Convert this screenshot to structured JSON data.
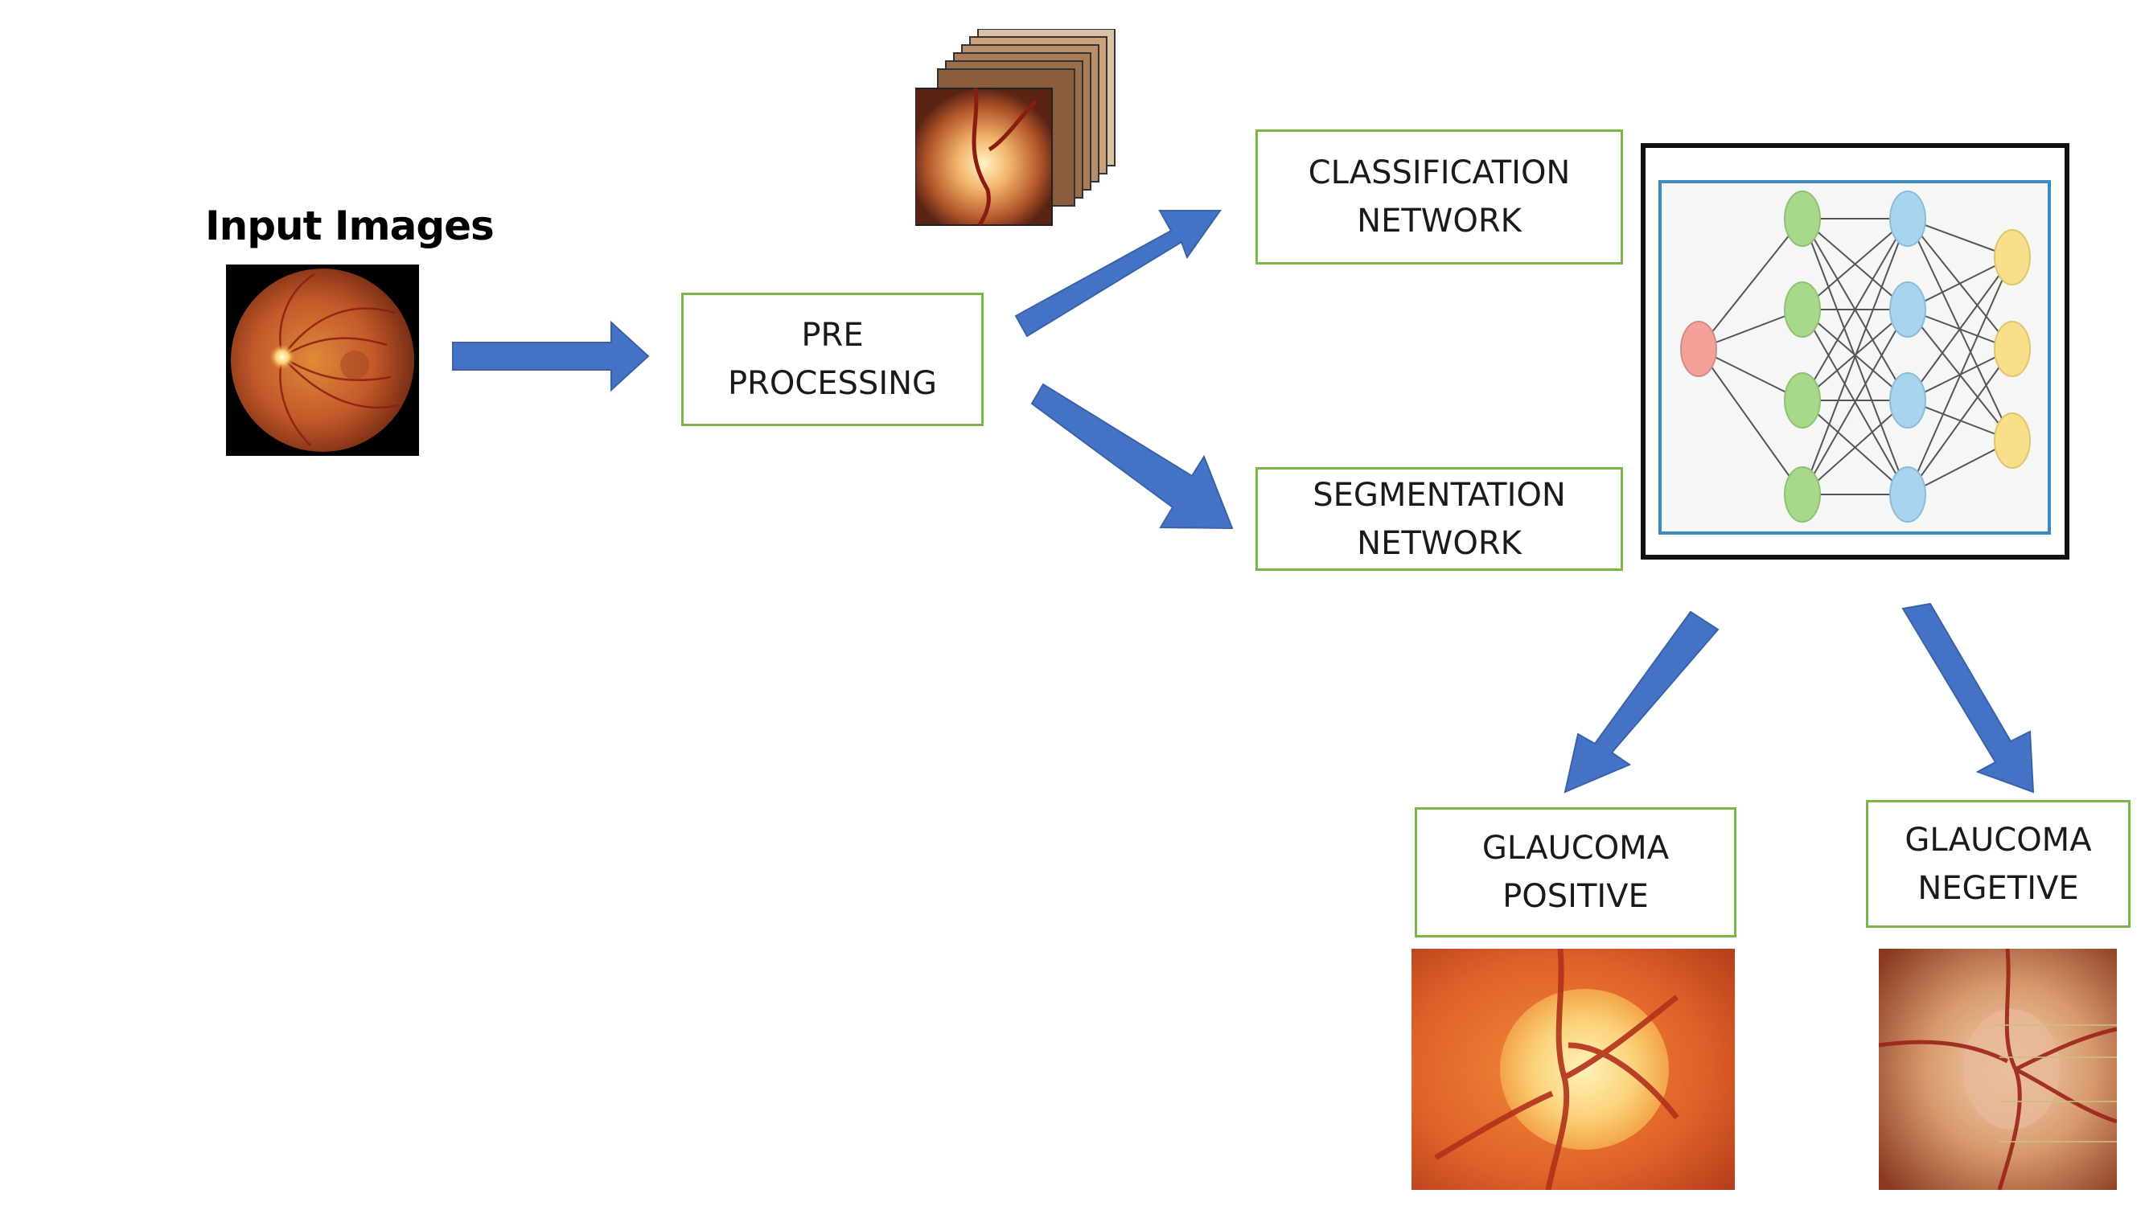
{
  "title": "Input Images",
  "boxes": {
    "preprocessing": {
      "line1": "PRE",
      "line2": "PROCESSING"
    },
    "classification": {
      "line1": "CLASSIFICATION",
      "line2": "NETWORK"
    },
    "segmentation": {
      "line1": "SEGMENTATION",
      "line2": "NETWORK"
    },
    "positive": {
      "line1": "GLAUCOMA",
      "line2": "POSITIVE"
    },
    "negative": {
      "line1": "GLAUCOMA",
      "line2": "NEGETIVE"
    }
  },
  "colors": {
    "arrow": "#4472c4",
    "box_border": "#7ab648",
    "nn_input": "#f4a19a",
    "nn_hidden1": "#a8d98a",
    "nn_hidden2": "#a9d4ef",
    "nn_output": "#f9df8a"
  }
}
